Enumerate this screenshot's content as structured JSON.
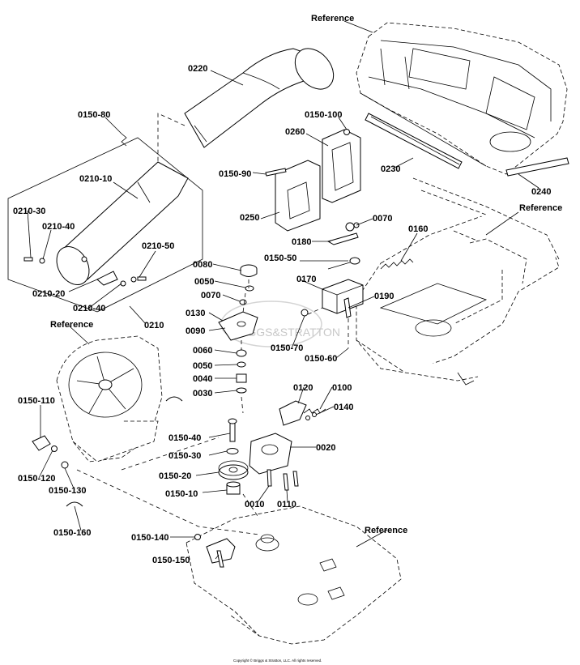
{
  "diagram": {
    "labels": {
      "ref_top": "Reference",
      "p0220": "0220",
      "p0150_80": "0150-80",
      "p0150_100": "0150-100",
      "p0260": "0260",
      "p0230": "0230",
      "p0240": "0240",
      "ref_frame": "Reference",
      "p0210_10": "0210-10",
      "p0150_90": "0150-90",
      "p0210_30": "0210-30",
      "p0210_40a": "0210-40",
      "p0250": "0250",
      "p0070a": "0070",
      "p0160": "0160",
      "p0210_50": "0210-50",
      "p0180": "0180",
      "p0080": "0080",
      "p0150_50": "0150-50",
      "p0210_20": "0210-20",
      "p0050a": "0050",
      "p0170": "0170",
      "p0210_40b": "0210-40",
      "p0070b": "0070",
      "p0190": "0190",
      "p0130": "0130",
      "p0210": "0210",
      "ref_engine": "Reference",
      "p0090": "0090",
      "p0150_70": "0150-70",
      "p0060": "0060",
      "p0150_60": "0150-60",
      "p0050b": "0050",
      "p0040": "0040",
      "p0030": "0030",
      "p0120": "0120",
      "p0100": "0100",
      "p0150_110": "0150-110",
      "p0140": "0140",
      "p0150_40": "0150-40",
      "p0020": "0020",
      "p0150_30": "0150-30",
      "p0150_120": "0150-120",
      "p0150_20": "0150-20",
      "p0150_130": "0150-130",
      "p0150_10": "0150-10",
      "p0010": "0010",
      "p0110": "0110",
      "p0150_160": "0150-160",
      "ref_deck": "Reference",
      "p0150_140": "0150-140",
      "p0150_150": "0150-150"
    },
    "watermark": "BRIGGS&STRATTON",
    "copyright": "Copyright © Briggs & Stratton, LLC. All rights reserved."
  }
}
